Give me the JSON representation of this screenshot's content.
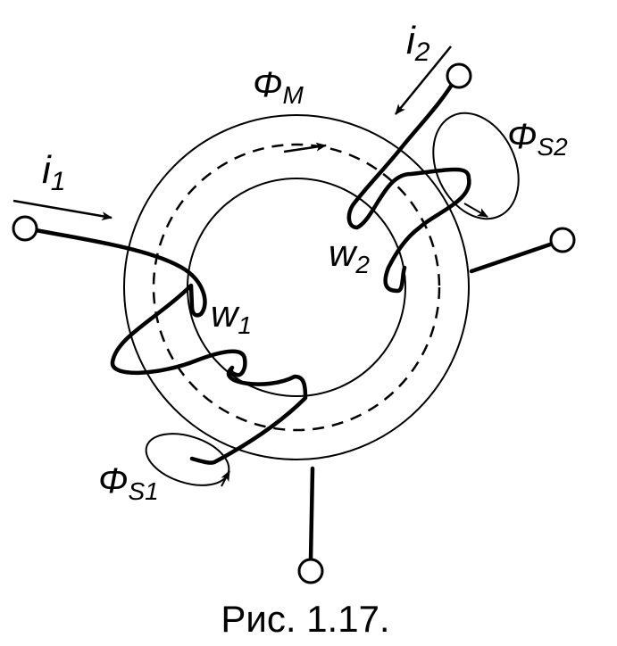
{
  "figure": {
    "caption": "Рис. 1.17.",
    "labels": {
      "current_1": {
        "base": "i",
        "sub": "1"
      },
      "current_2": {
        "base": "i",
        "sub": "2"
      },
      "mutual_flux": {
        "base": "Φ",
        "sub": "M"
      },
      "leakage_flux_1": {
        "base": "Φ",
        "sub": "S1"
      },
      "leakage_flux_2": {
        "base": "Φ",
        "sub": "S2"
      },
      "winding_1": {
        "base": "w",
        "sub": "1"
      },
      "winding_2": {
        "base": "w",
        "sub": "2"
      }
    }
  }
}
